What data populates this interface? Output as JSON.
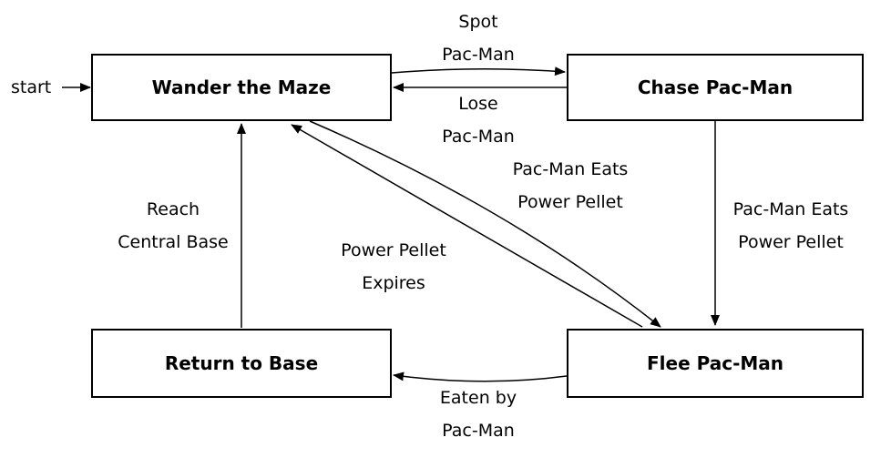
{
  "start_label": "start",
  "states": {
    "wander": "Wander the Maze",
    "chase": "Chase Pac-Man",
    "flee": "Flee Pac-Man",
    "return": "Return to Base"
  },
  "transitions": {
    "spot": [
      "Spot",
      "Pac-Man"
    ],
    "lose": [
      "Lose",
      "Pac-Man"
    ],
    "eats_from_wander": [
      "Pac-Man Eats",
      "Power Pellet"
    ],
    "eats_from_chase": [
      "Pac-Man Eats",
      "Power Pellet"
    ],
    "expires": [
      "Power Pellet",
      "Expires"
    ],
    "reach_base": [
      "Reach",
      "Central Base"
    ],
    "eaten": [
      "Eaten by",
      "Pac-Man"
    ]
  }
}
